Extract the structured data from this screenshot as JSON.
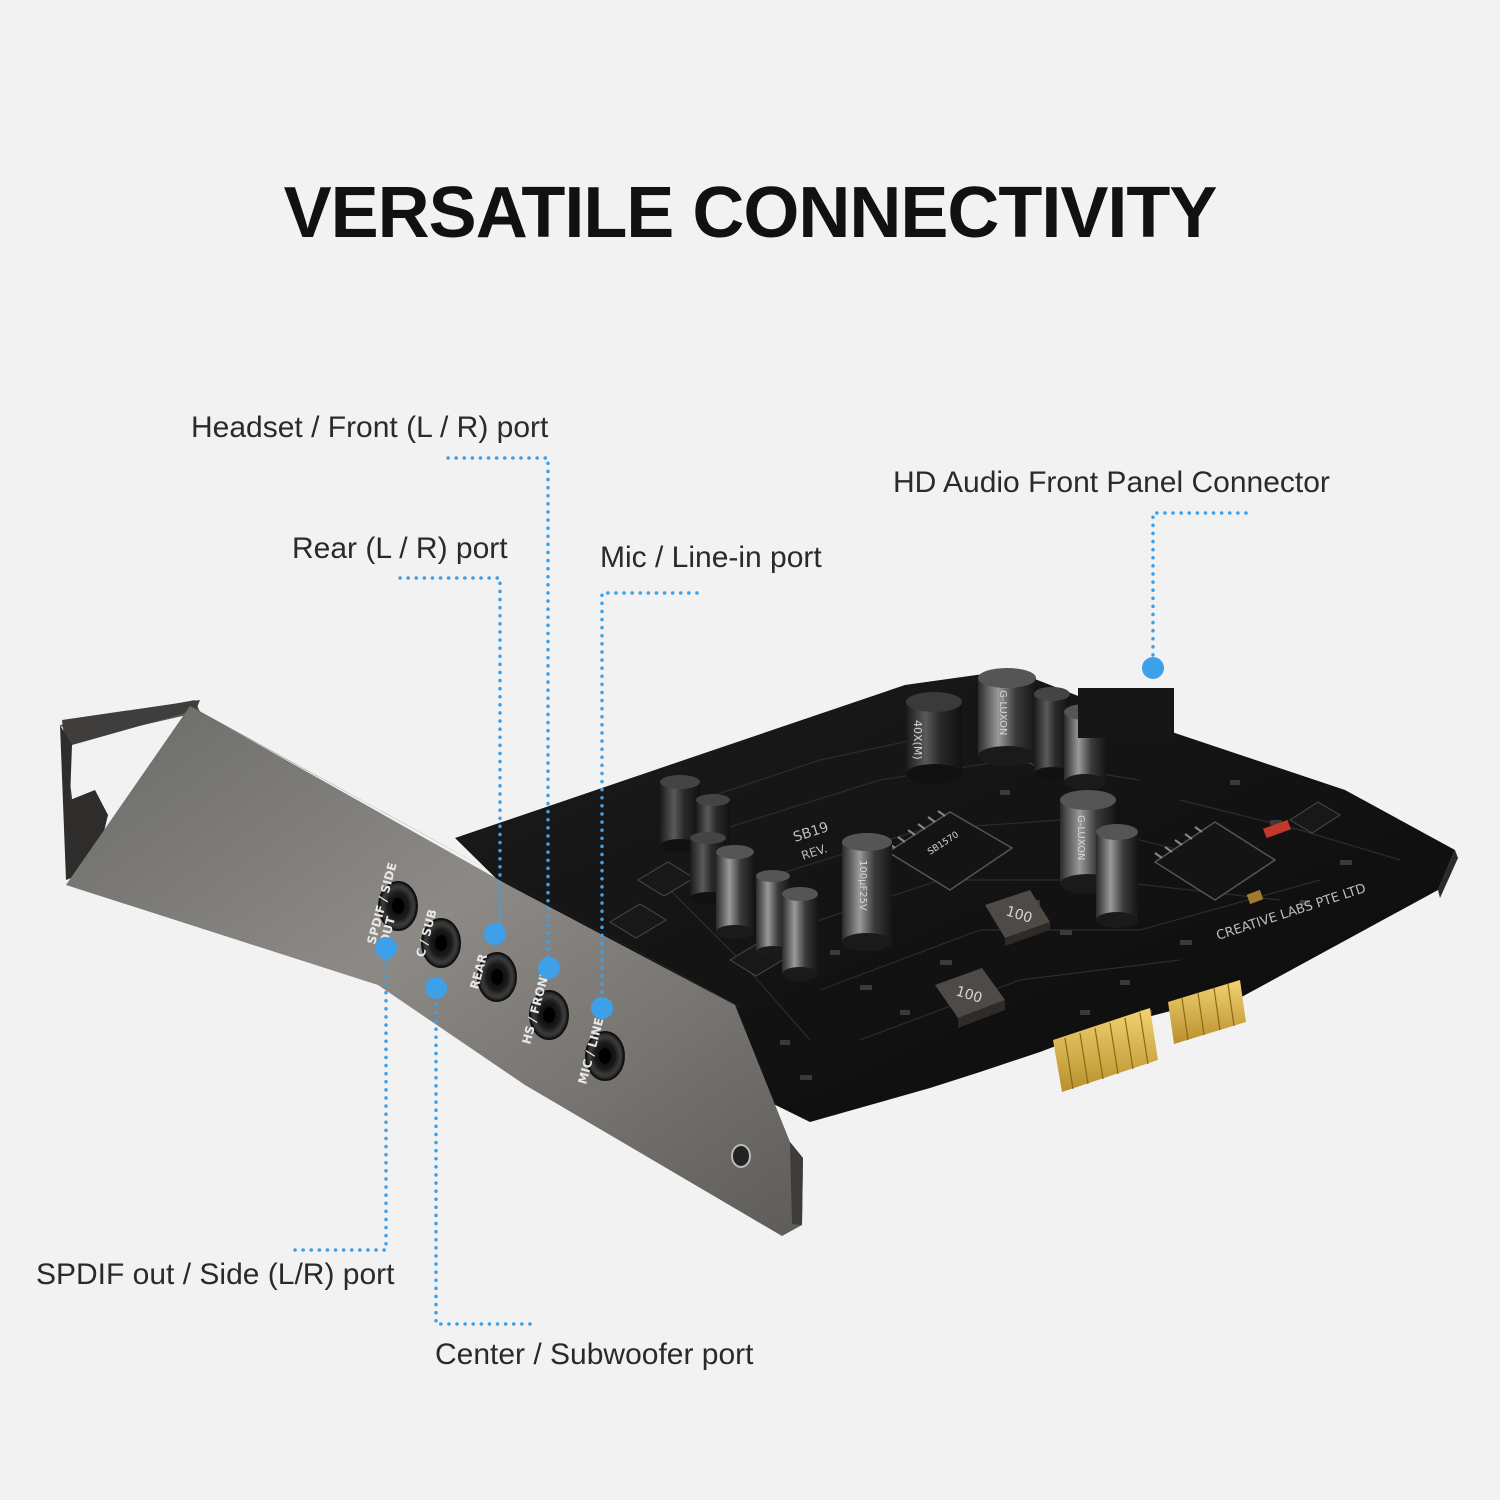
{
  "title": "VERSATILE CONNECTIVITY",
  "accent_color": "#3ea0e8",
  "callouts": {
    "headset_front": "Headset / Front (L / R) port",
    "rear": "Rear (L / R) port",
    "mic_line_in": "Mic / Line-in port",
    "hd_audio_front_panel": "HD Audio Front Panel Connector",
    "spdif_side": "SPDIF out / Side (L/R) port",
    "center_sub": "Center / Subwoofer port"
  },
  "bracket_labels": {
    "spdif_side": "SPDIF / SIDE",
    "spdif_side_2": "OUT",
    "c_sub": "C / SUB",
    "rear": "REAR",
    "hs_front": "HS / FRONT",
    "mic_line_in": "MIC / LINE IN"
  },
  "board_markings": {
    "maker": "CREATIVE LABS PTE LTD",
    "model": "SB19",
    "revision": "REV.",
    "inductor": "100",
    "cap_brand": "G-LUXON",
    "cap_value": "100µF25V",
    "cap_value_small": "40X(M)"
  }
}
